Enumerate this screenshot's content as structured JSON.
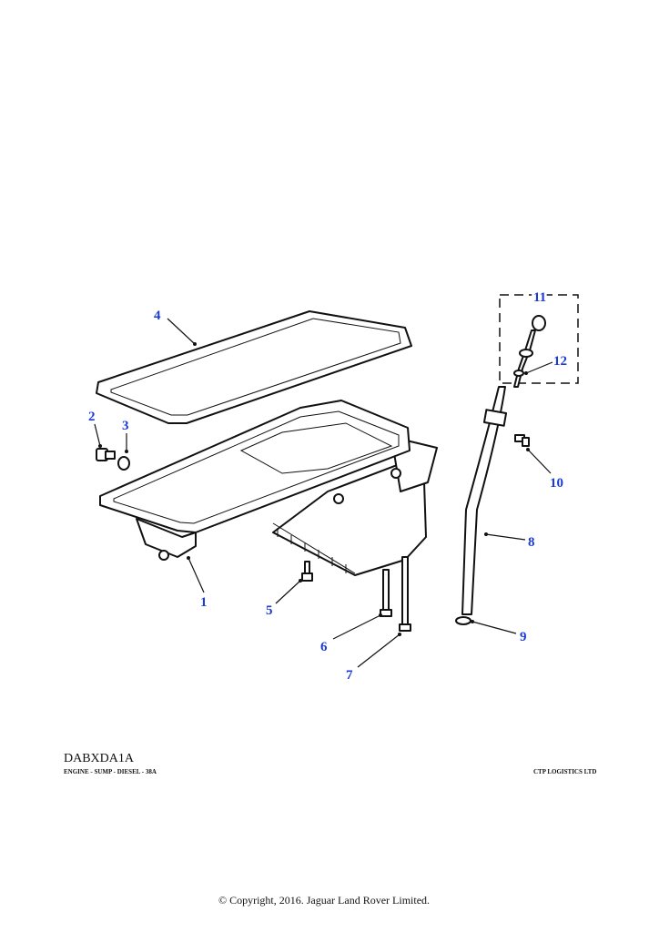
{
  "diagram": {
    "callouts": [
      "1",
      "2",
      "3",
      "4",
      "5",
      "6",
      "7",
      "8",
      "9",
      "10",
      "11",
      "12"
    ]
  },
  "footer": {
    "code": "DABXDA1A",
    "description": "ENGINE - SUMP - DIESEL - 38A",
    "vendor": "CTP LOGISTICS LTD",
    "copyright": "© Copyright, 2016. Jaguar Land Rover Limited."
  }
}
